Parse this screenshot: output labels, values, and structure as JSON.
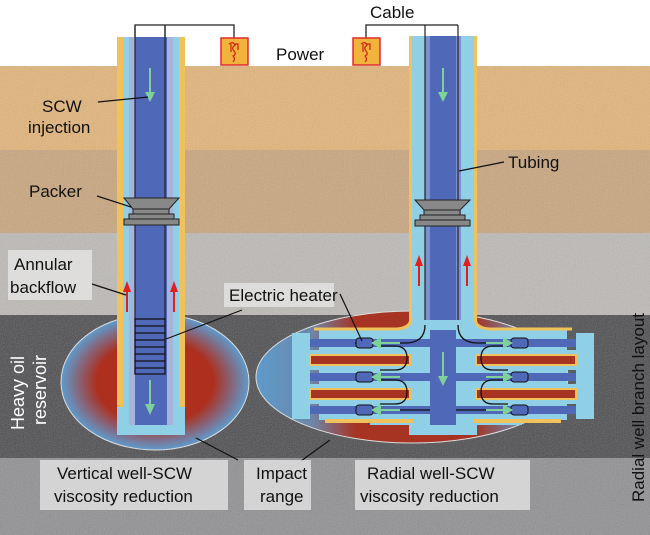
{
  "title_labels": {
    "cable": "Cable",
    "power": "Power",
    "tubing": "Tubing",
    "scw_injection_line1": "SCW",
    "scw_injection_line2": "injection",
    "packer": "Packer",
    "annular_backflow_line1": "Annular",
    "annular_backflow_line2": "backflow",
    "electric_heater": "Electric heater",
    "heavy_oil_reservoir_line1": "Heavy oil",
    "heavy_oil_reservoir_line2": "reservoir",
    "vertical_well_line1": "Vertical well-SCW",
    "vertical_well_line2": "viscosity reduction",
    "impact_range_line1": "Impact",
    "impact_range_line2": "range",
    "radial_well_line1": "Radial well-SCW",
    "radial_well_line2": "viscosity reduction",
    "radial_branch_layout": "Radial well branch layout"
  },
  "icons": {
    "power_supply": "power-transformer-icon",
    "flow_down": "green-down-arrow",
    "flow_up": "red-up-arrow"
  },
  "colors": {
    "sand_layer": "#e3b477",
    "clay_layer": "#c9a57c",
    "rock_layer": "#b9b6b2",
    "reservoir_layer": "#4a4a4c",
    "bottom_layer": "#8e8e90",
    "tubing": "#5068b8",
    "annulus": "#8fd0e6",
    "casing": "#f1c15c",
    "heat_zone": "#b2321f",
    "impact_zone": "#5f9ccc",
    "power_box": "#f2b33d",
    "power_border": "#e02b2b",
    "flow_down": "#7fd19b",
    "flow_up": "#e02020"
  }
}
